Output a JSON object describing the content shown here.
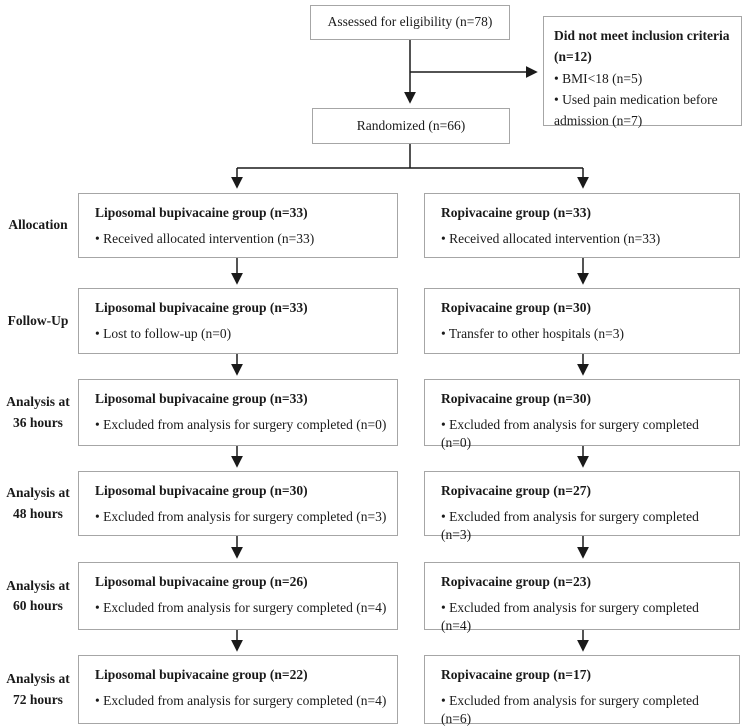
{
  "diagram": {
    "assessed": "Assessed for eligibility (n=78)",
    "randomized": "Randomized (n=66)",
    "excluded": {
      "title": "Did not meet inclusion criteria (n=12)",
      "item1": "• BMI<18 (n=5)",
      "item2": "• Used pain medication before admission (n=7)"
    },
    "rows": [
      {
        "label": "Allocation",
        "left": {
          "title": "Liposomal bupivacaine group (n=33)",
          "item": "• Received allocated intervention (n=33)"
        },
        "right": {
          "title": "Ropivacaine group (n=33)",
          "item": "• Received allocated intervention (n=33)"
        }
      },
      {
        "label": "Follow-Up",
        "left": {
          "title": "Liposomal bupivacaine group (n=33)",
          "item": "• Lost to follow-up (n=0)"
        },
        "right": {
          "title": "Ropivacaine group (n=30)",
          "item": "• Transfer to other hospitals (n=3)"
        }
      },
      {
        "label": "Analysis at 36 hours",
        "left": {
          "title": "Liposomal bupivacaine group (n=33)",
          "item": "• Excluded from analysis for surgery completed (n=0)"
        },
        "right": {
          "title": "Ropivacaine group (n=30)",
          "item": "• Excluded from analysis for surgery completed (n=0)"
        }
      },
      {
        "label": "Analysis at 48 hours",
        "left": {
          "title": "Liposomal bupivacaine group (n=30)",
          "item": "• Excluded from analysis for surgery completed (n=3)"
        },
        "right": {
          "title": "Ropivacaine group (n=27)",
          "item": "• Excluded from analysis for surgery completed (n=3)"
        }
      },
      {
        "label": "Analysis at 60 hours",
        "left": {
          "title": "Liposomal bupivacaine group (n=26)",
          "item": "• Excluded from analysis for surgery completed (n=4)"
        },
        "right": {
          "title": "Ropivacaine group (n=23)",
          "item": "• Excluded from analysis for surgery completed (n=4)"
        }
      },
      {
        "label": "Analysis at 72 hours",
        "left": {
          "title": "Liposomal bupivacaine group (n=22)",
          "item": "• Excluded from analysis for surgery completed (n=4)"
        },
        "right": {
          "title": "Ropivacaine group (n=17)",
          "item": "• Excluded from analysis for surgery completed (n=6)"
        }
      }
    ],
    "colors": {
      "box_border": "#a6a6a6",
      "arrow": "#1a1a1a",
      "text": "#1a1a1a",
      "background": "#ffffff"
    }
  }
}
